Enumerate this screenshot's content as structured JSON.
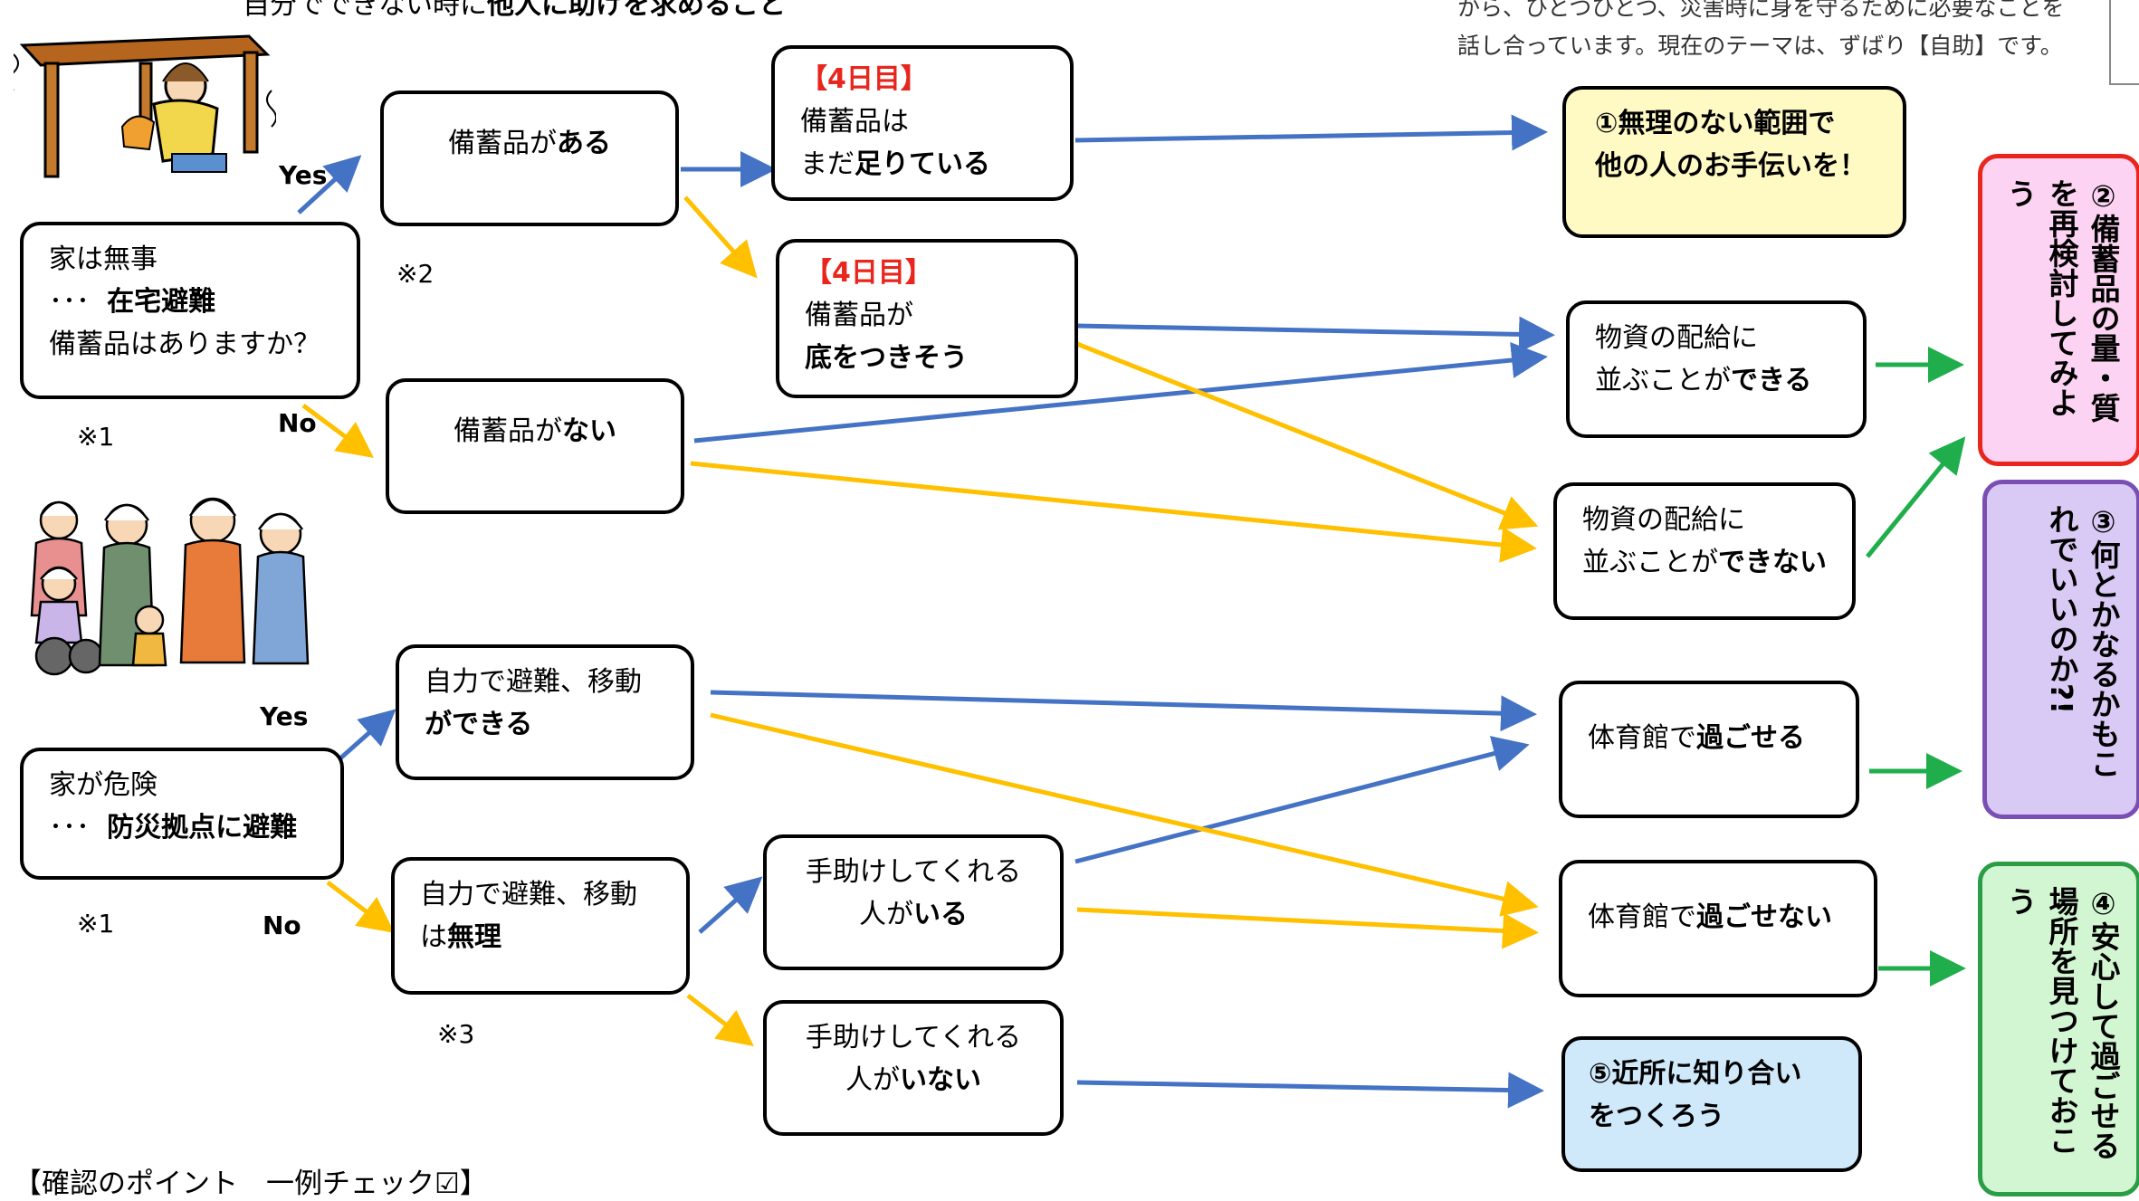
{
  "header": {
    "top_left_prefix": "自分でできない時に",
    "top_left_bold": "他人に助けを求めること",
    "top_right_line1": "から、ひとつひとつ、災害時に身を守るために必要なことを",
    "top_right_line2": "話し合っています。現在のテーマは、ずばり【自助】です。"
  },
  "start_safe": {
    "line1": "家は無事",
    "line2_prefix": "･･･",
    "line2_bold": "在宅避難",
    "line3": "備蓄品はありますか？",
    "note": "※1"
  },
  "start_danger": {
    "line1": "家が危険",
    "line2_prefix": "･･･",
    "line2_bold": "防災拠点に避難",
    "note": "※1"
  },
  "labels": {
    "yes": "Yes",
    "no": "No",
    "note2": "※2",
    "note3": "※3"
  },
  "nodes": {
    "stock_have": {
      "prefix": "備蓄品が",
      "bold": "ある"
    },
    "stock_none": {
      "prefix": "備蓄品が",
      "bold": "ない"
    },
    "day4_ok": {
      "tag": "【4日目】",
      "line1": "備蓄品は",
      "line2_prefix": "まだ",
      "line2_bold": "足りている"
    },
    "day4_low": {
      "tag": "【4日目】",
      "line1": "備蓄品が",
      "line2_bold": "底をつきそう"
    },
    "self_can": {
      "line1": "自力で避難、移動",
      "line2_bold": "ができる"
    },
    "self_cannot": {
      "line1": "自力で避難、移動",
      "line2_prefix": "は",
      "line2_bold": "無理"
    },
    "helper_yes": {
      "line1": "手助けしてくれる",
      "line2_prefix": "人が",
      "line2_bold": "いる"
    },
    "helper_no": {
      "line1": "手助けしてくれる",
      "line2_prefix": "人が",
      "line2_bold": "いない"
    }
  },
  "outcomes": {
    "help_others": {
      "line1": "①無理のない範囲で",
      "line2": "他の人のお手伝いを！",
      "color": "#fff9c4"
    },
    "supply_can": {
      "line1": "物資の配給に",
      "line2_prefix": "並ぶことが",
      "line2_bold": "できる"
    },
    "supply_cannot": {
      "line1": "物資の配給に",
      "line2_prefix": "並ぶことが",
      "line2_bold": "できない"
    },
    "gym_can": {
      "prefix": "体育館で",
      "bold": "過ごせる"
    },
    "gym_cannot": {
      "prefix": "体育館で",
      "bold": "過ごせない"
    },
    "neighbors": {
      "line1": "⑤近所に知り合い",
      "line2": "をつくろう",
      "color": "#cfe9fb"
    }
  },
  "side_boxes": {
    "review": {
      "text": "②備蓄品の量・質を再検討してみよう",
      "bg": "#fcd3f2",
      "border": "#e8261d"
    },
    "ok_question": {
      "text": "③何とかなるかもこれでいいのか?!",
      "bg": "#d9c9f5",
      "border": "#7a4fb3"
    },
    "safe_place": {
      "text": "④安心して過ごせる場所を見つけておこう",
      "bg": "#d2f5d2",
      "border": "#2a9d46"
    }
  },
  "footer": {
    "title": "【確認のポイント　一例チェック☑】"
  },
  "colors": {
    "blue": "#4472c4",
    "yellow": "#ffc000",
    "green": "#1fae4b"
  }
}
